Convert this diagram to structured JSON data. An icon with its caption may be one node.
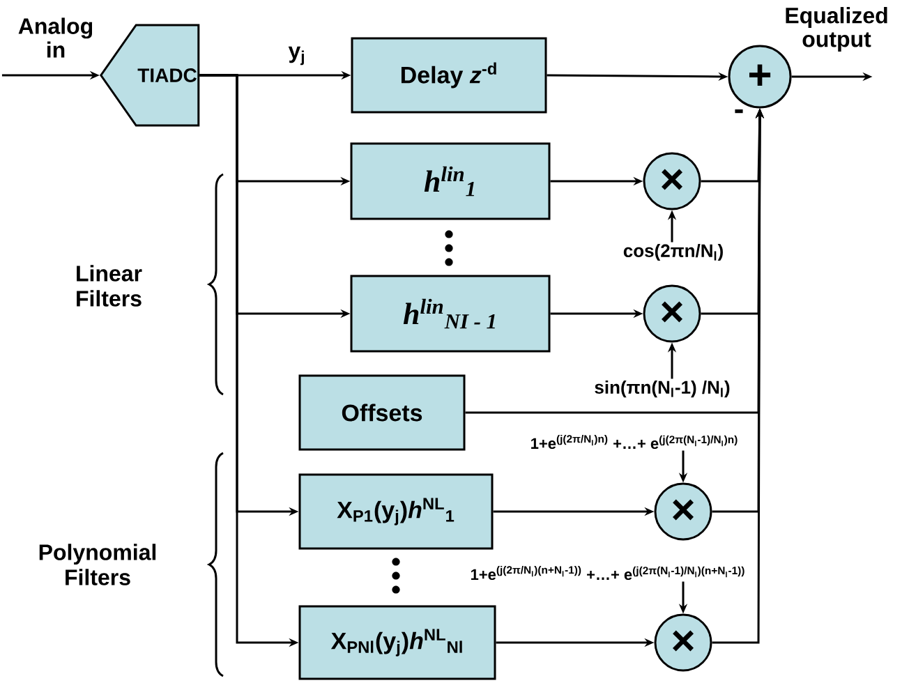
{
  "diagram": {
    "nodes": [
      {
        "text": [
          "Analog in"
        ]
      },
      {
        "text": [
          "TIADC"
        ]
      },
      {
        "text": [
          "Delay *z*$^{-d}$"
        ]
      },
      {
        "text": [
          "+"
        ]
      },
      {
        "text": [
          "h$^{lin}$$_{1}$"
        ]
      },
      {
        "text": [
          "×"
        ]
      },
      {
        "text": [
          "cos(2πn/N$_{l}$)"
        ]
      },
      {
        "text": [
          "h$^{lin}$$_{NI - 1}$"
        ]
      },
      {
        "text": [
          "×"
        ]
      },
      {
        "text": [
          "sin(πn(N$_{l}$-1) /N$_{l}$)"
        ]
      },
      {
        "text": [
          "Offsets"
        ]
      },
      {
        "text": [
          "\\text{1+e}^{\\text{(j(2π/N}_{\\text{l}}\\text{)n)}}\\text{ +…+ e}^{\\text{(j(2π(N}_{\\text{l}}\\text{-1)/N}_{\\text{l}}\\text{)n)}}"
        ]
      },
      {
        "text": [
          "X$_{P1}$(y$_{j}$)*h*$^{NL}$$_{1}$"
        ]
      },
      {
        "text": [
          "×"
        ]
      },
      {
        "text": [
          "\\text{1+e}^{\\text{(j(2π/N}_{\\text{l}}\\text{)(n+N}_{\\text{l}}\\text{-1))}}\\text{ +…+ e}^{\\text{(j(2π(N}_{\\text{l}}\\text{-1)/N}_{\\text{l}}\\text{)(n+N}_{\\text{l}}\\text{-1))}}"
        ]
      },
      {
        "text": [
          "X$_{PNl}$(y$_{j}$)*h*$^{NL}$$_{Nl}$"
        ]
      },
      {
        "text": [
          "×"
        ]
      }
    ],
    "edges": [
      {
        "from": 0,
        "to": 1,
        "arrow": "to"
      },
      {
        "from": 1,
        "to": 2,
        "arrow": "to",
        "label": "y$_{j}$"
      },
      {
        "from": 2,
        "to": 3,
        "arrow": "to"
      },
      {
        "from": 3,
        "to": null,
        "arrow": "to",
        "label": "Equalized output"
      },
      {
        "from": 1,
        "to": 4,
        "arrow": "to"
      },
      {
        "from": 4,
        "to": 5,
        "arrow": "to"
      },
      {
        "from": 6,
        "to": 5,
        "arrow": "to"
      },
      {
        "from": 1,
        "to": 7,
        "arrow": "to"
      },
      {
        "from": 7,
        "to": 8,
        "arrow": "to"
      },
      {
        "from": 9,
        "to": 8,
        "arrow": "to"
      },
      {
        "from": 5,
        "to": 3,
        "arrow": "to"
      },
      {
        "from": 8,
        "to": 3,
        "arrow": "to"
      },
      {
        "from": 10,
        "to": 3,
        "arrow": "to"
      },
      {
        "from": 1,
        "to": 12,
        "arrow": "to"
      },
      {
        "from": 12,
        "to": 13,
        "arrow": "to"
      },
      {
        "from": 11,
        "to": 13,
        "arrow": "to"
      },
      {
        "from": 13,
        "to": 3,
        "arrow": "to"
      },
      {
        "from": 1,
        "to": 15,
        "arrow": "to"
      },
      {
        "from": 15,
        "to": 16,
        "arrow": "to"
      },
      {
        "from": 14,
        "to": 16,
        "arrow": "to"
      },
      {
        "from": 16,
        "to": 3,
        "arrow": "to"
      }
    ],
    "labels": [
      "-",
      "Linear Filters",
      "Polynomial Filters"
    ]
  }
}
